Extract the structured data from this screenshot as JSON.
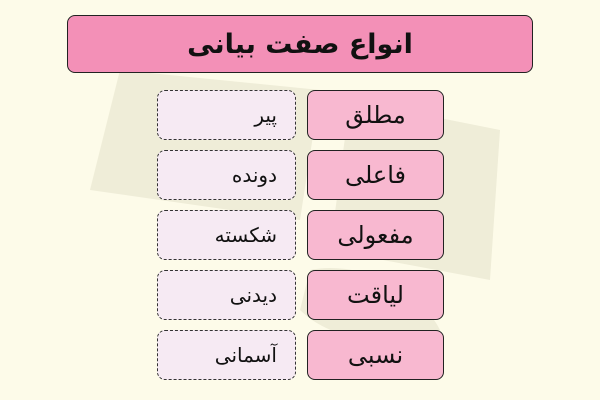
{
  "title": "انواع صفت بیانی",
  "rows": [
    {
      "type": "مطلق",
      "example": "پیر"
    },
    {
      "type": "فاعلی",
      "example": "دونده"
    },
    {
      "type": "مفعولی",
      "example": "شکسته"
    },
    {
      "type": "لیاقت",
      "example": "دیدنی"
    },
    {
      "type": "نسبی",
      "example": "آسمانی"
    }
  ],
  "colors": {
    "background": "#fdfbe9",
    "title_fill": "#f390b7",
    "type_fill": "#f8b8d0",
    "example_fill": "#f6eaf3"
  }
}
